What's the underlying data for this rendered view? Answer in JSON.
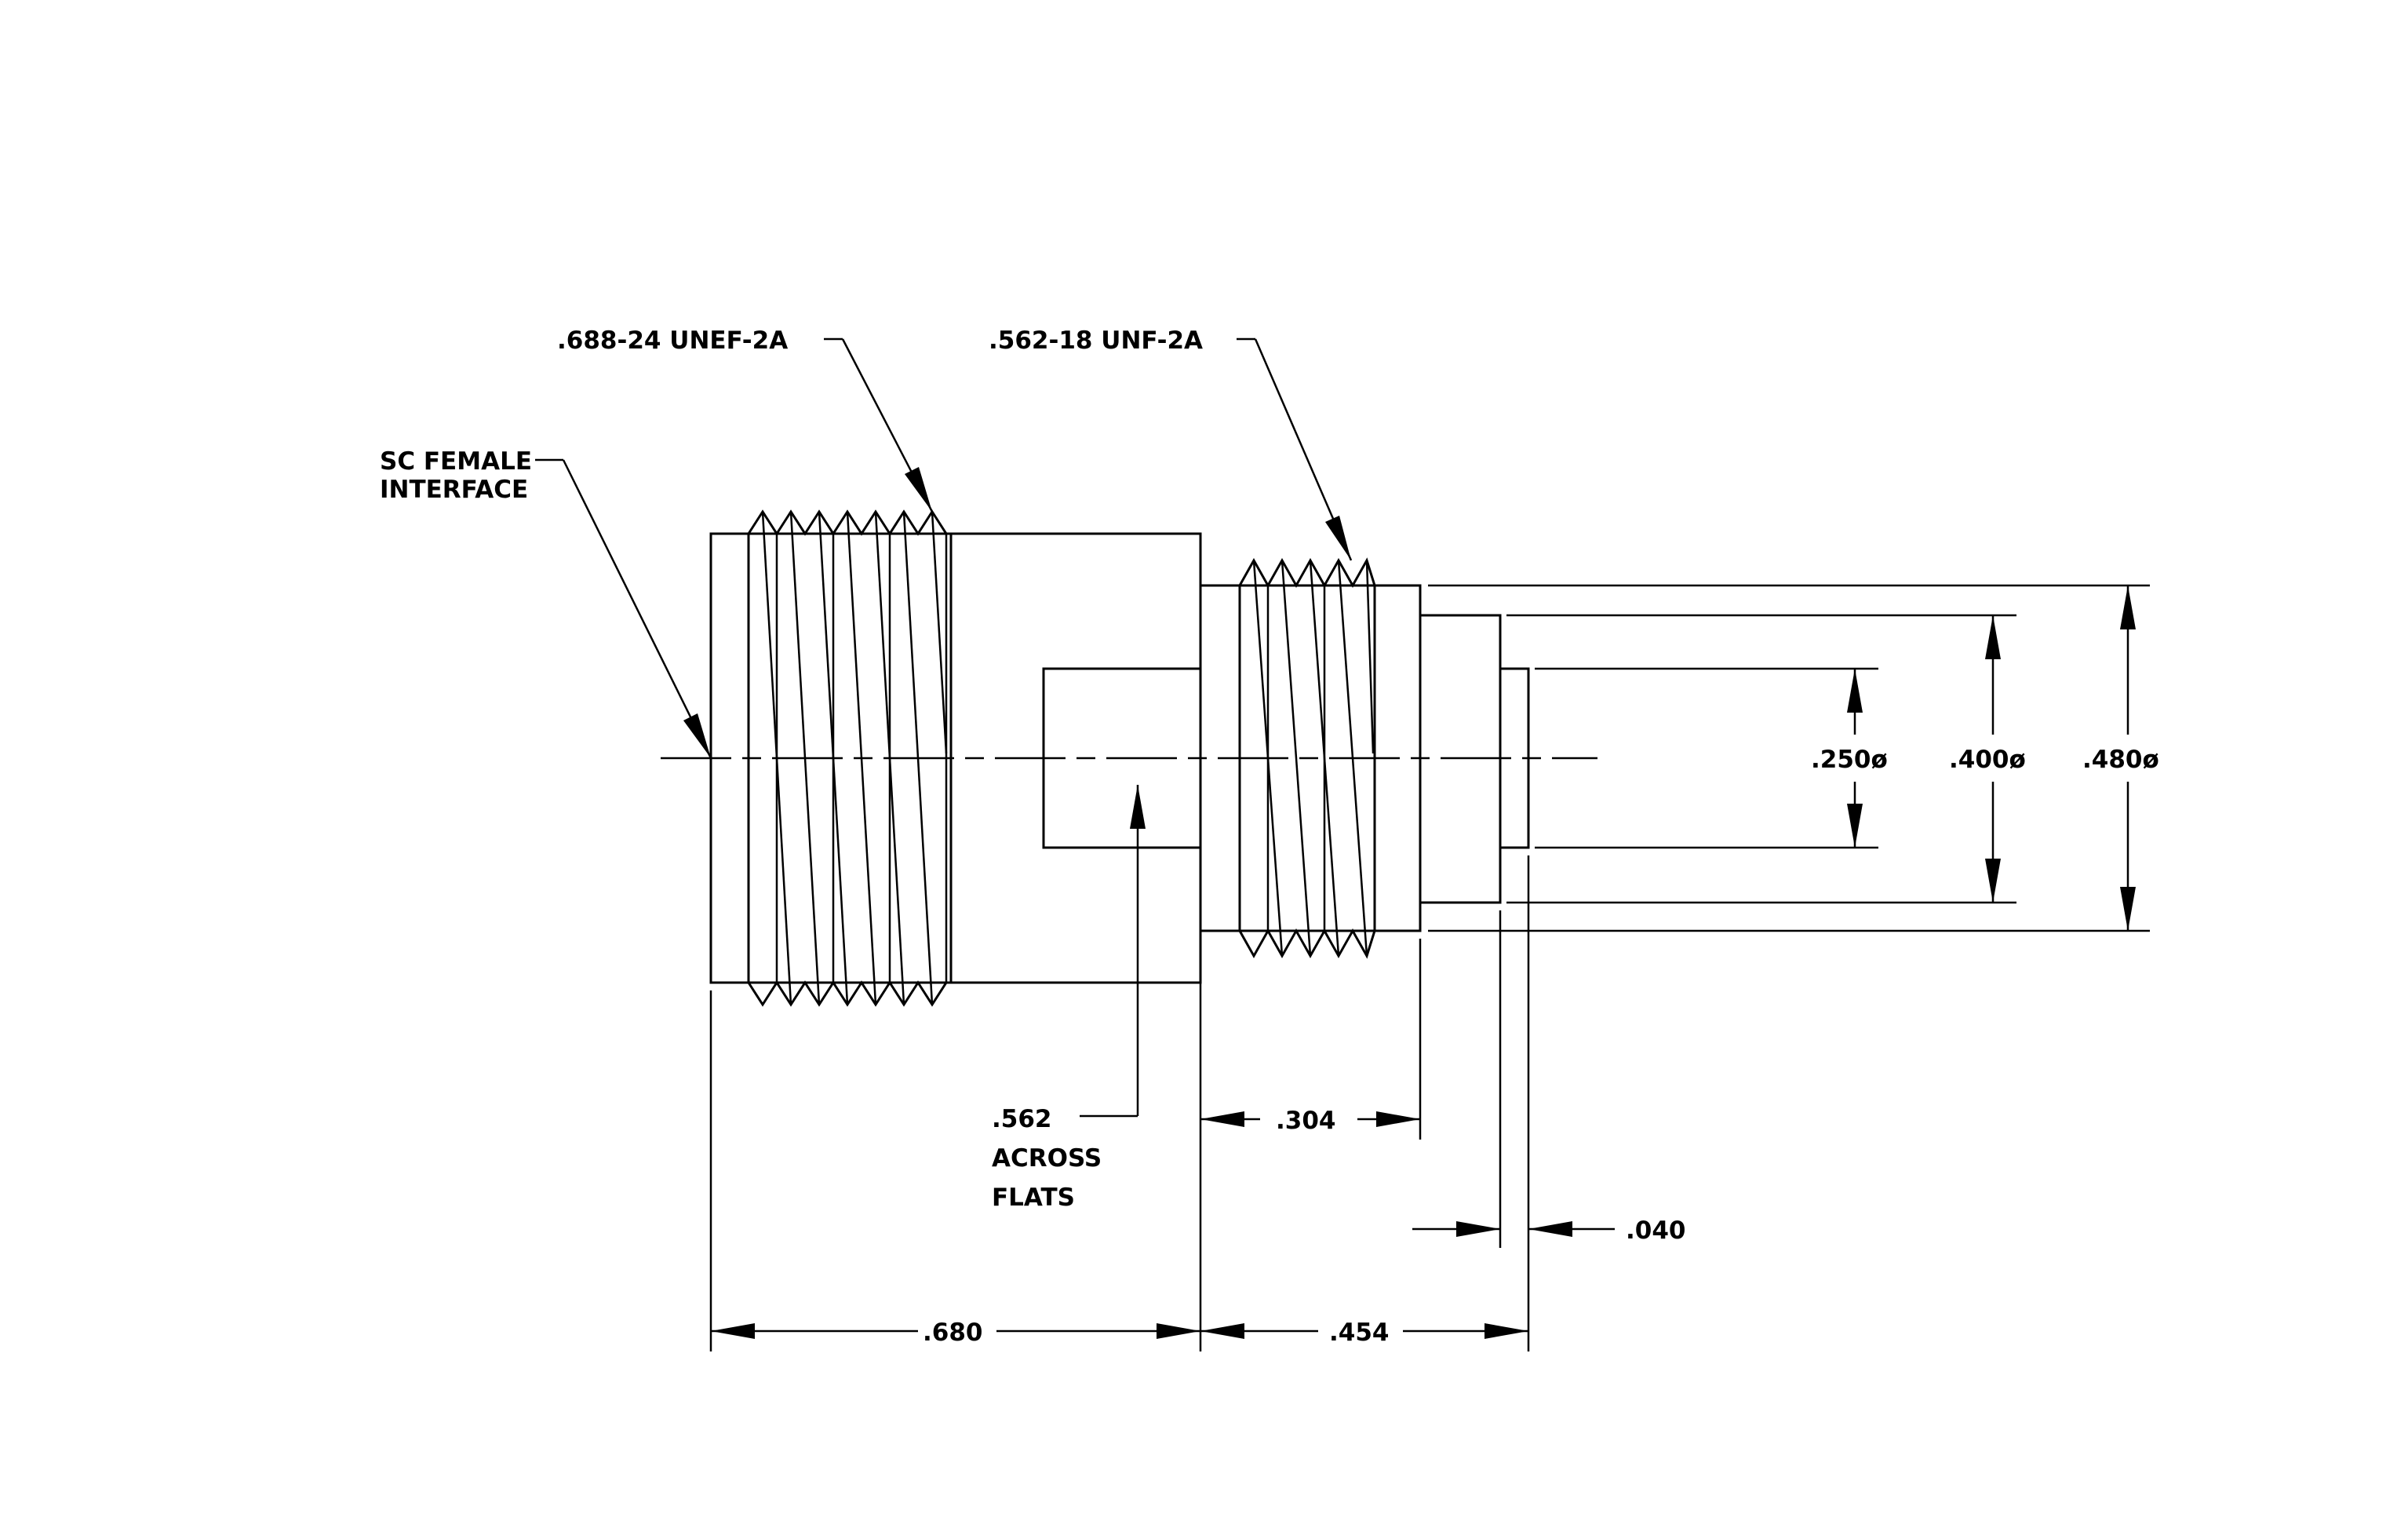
{
  "labels": {
    "thread_large": ".688-24 UNEF-2A",
    "thread_small": ".562-18 UNF-2A",
    "interface_line1": "SC FEMALE",
    "interface_line2": "INTERFACE",
    "flats_line1": ".562",
    "flats_line2": "ACROSS",
    "flats_line3": "FLATS"
  },
  "dimensions": {
    "overall_left": ".680",
    "overall_right": ".454",
    "small_thread_length": ".304",
    "collar_thickness": ".040",
    "dia_inner": ".250ø",
    "dia_mid": ".400ø",
    "dia_outer": ".480ø"
  }
}
